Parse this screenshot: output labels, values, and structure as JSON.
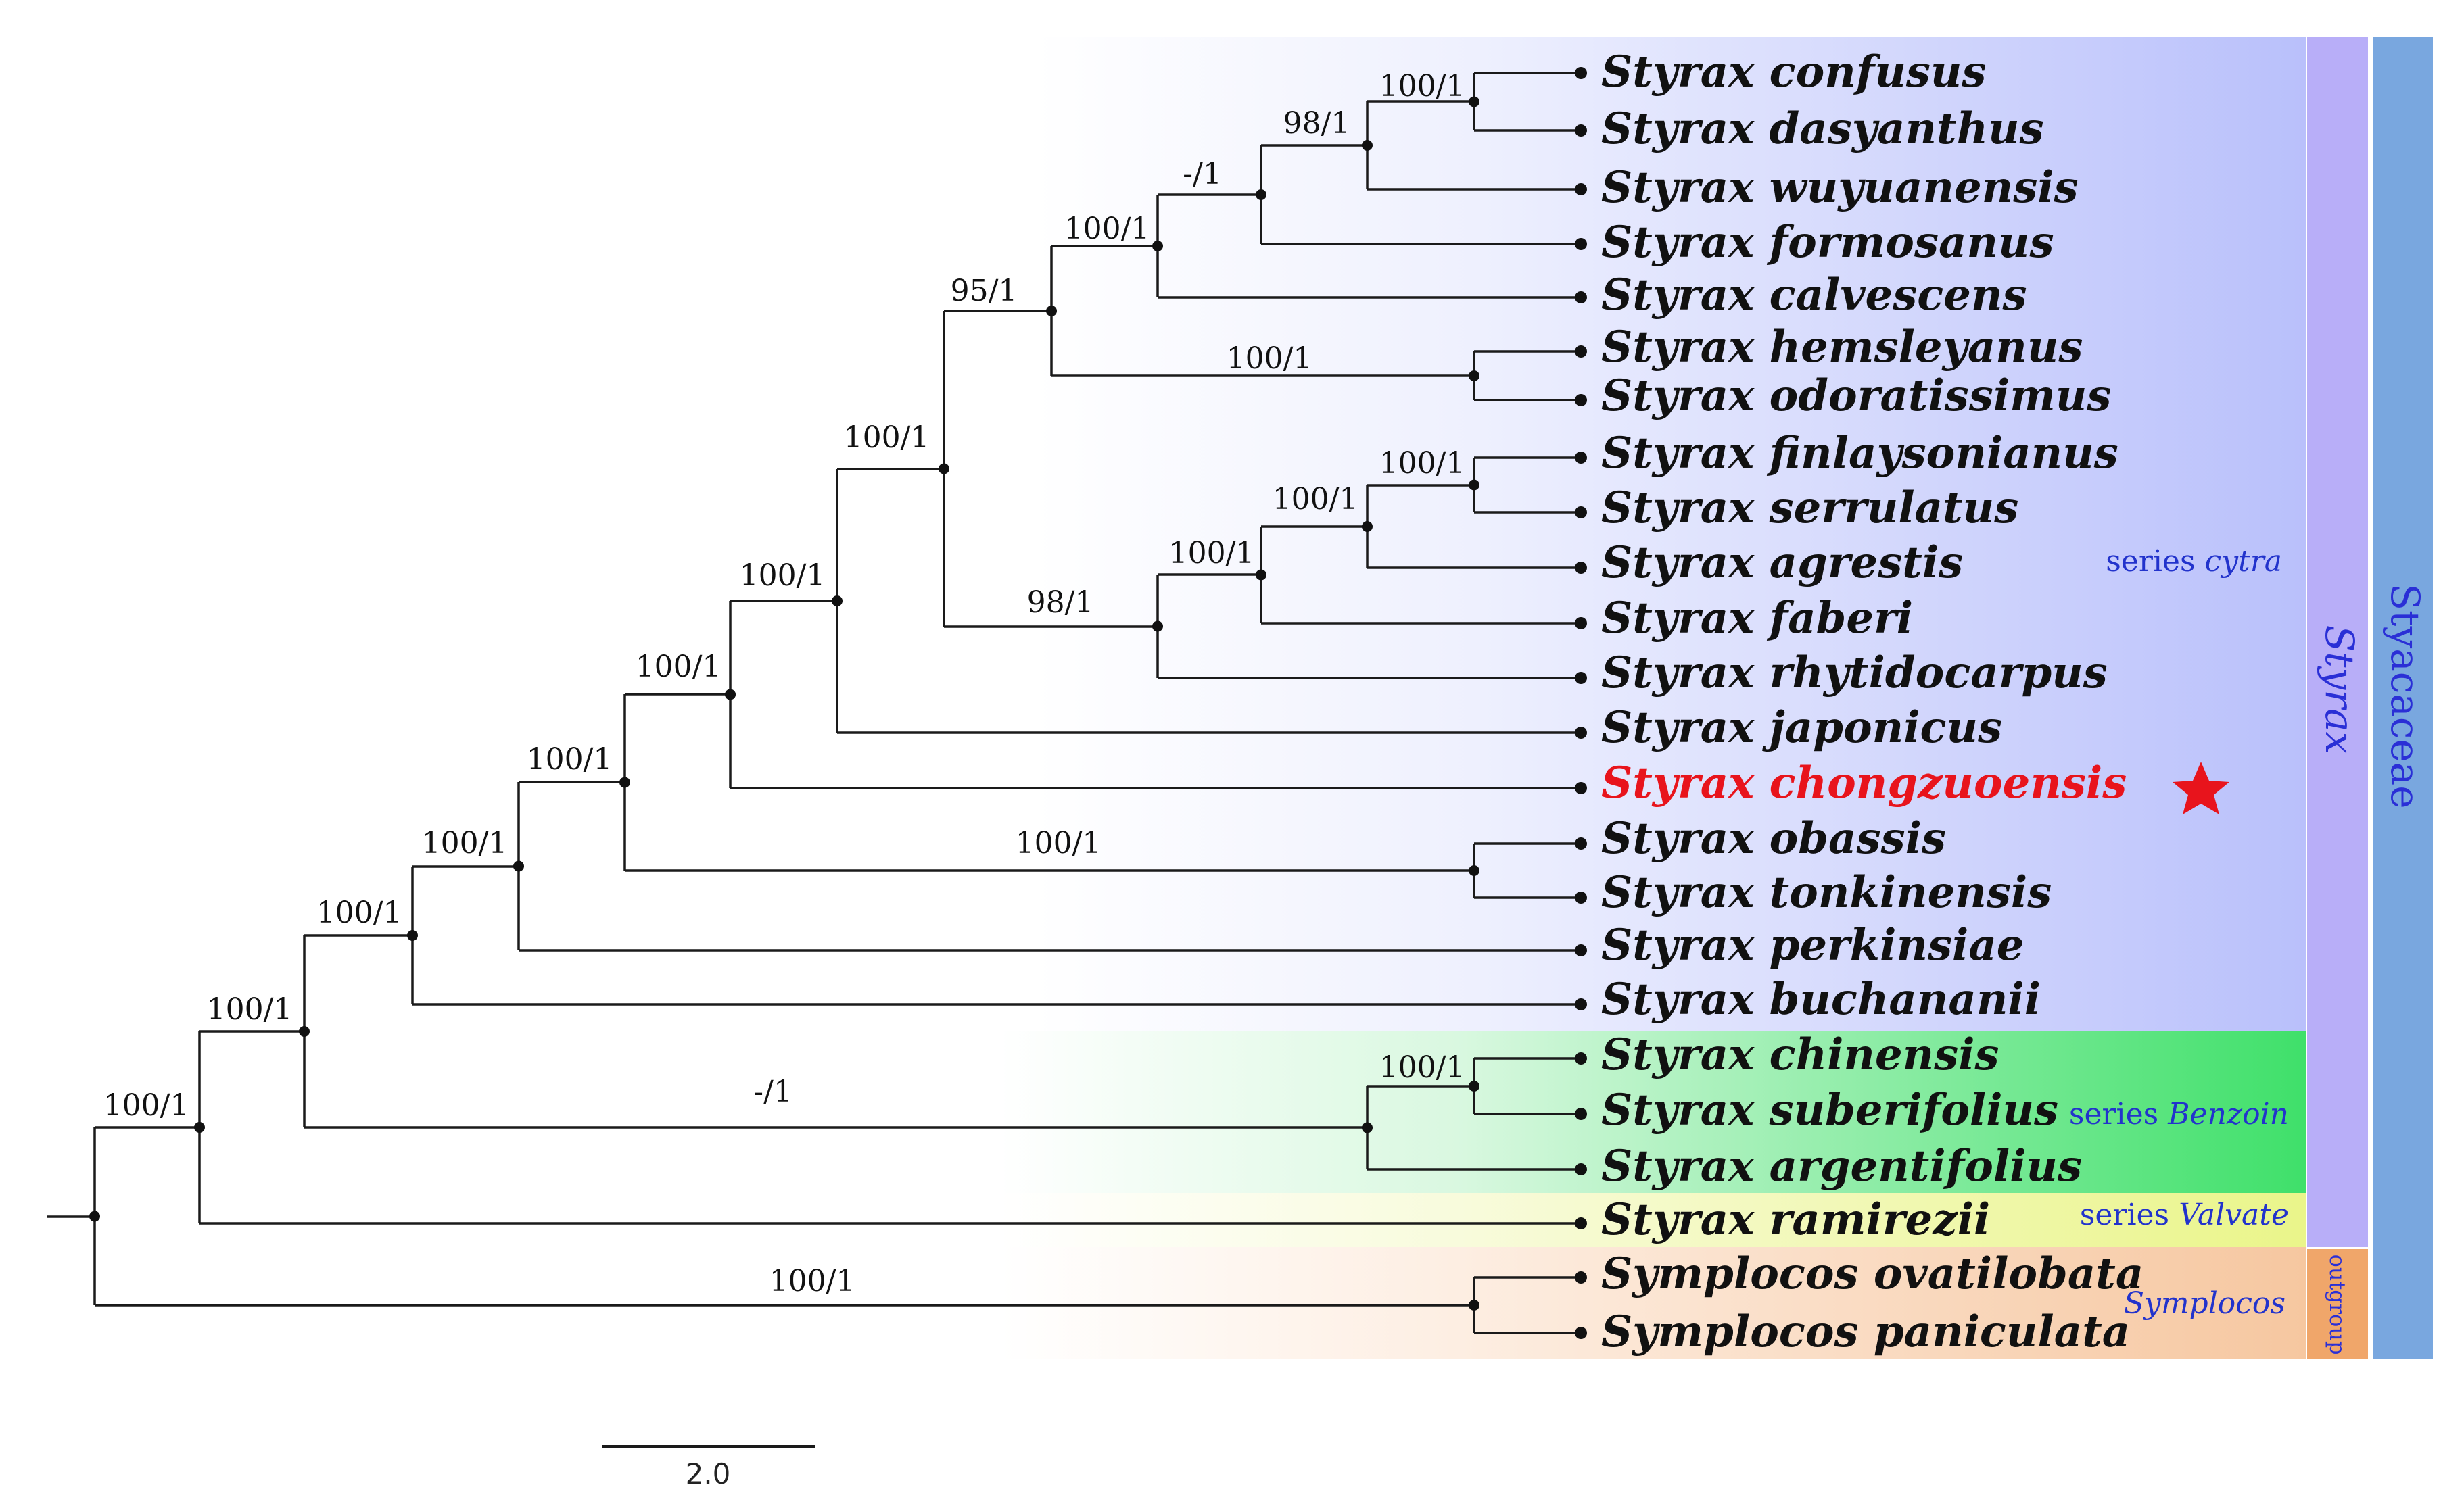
{
  "taxa": [
    {
      "name": "Styrax confusus"
    },
    {
      "name": "Styrax dasyanthus"
    },
    {
      "name": "Styrax wuyuanensis"
    },
    {
      "name": "Styrax formosanus"
    },
    {
      "name": "Styrax calvescens"
    },
    {
      "name": "Styrax hemsleyanus"
    },
    {
      "name": "Styrax odoratissimus"
    },
    {
      "name": "Styrax finlaysonianus"
    },
    {
      "name": "Styrax serrulatus"
    },
    {
      "name": "Styrax agrestis"
    },
    {
      "name": "Styrax faberi"
    },
    {
      "name": "Styrax rhytidocarpus"
    },
    {
      "name": "Styrax japonicus"
    },
    {
      "name": "Styrax chongzuoensis",
      "highlight": true
    },
    {
      "name": "Styrax obassis"
    },
    {
      "name": "Styrax tonkinensis"
    },
    {
      "name": "Styrax perkinsiae"
    },
    {
      "name": "Styrax buchananii"
    },
    {
      "name": "Styrax chinensis"
    },
    {
      "name": "Styrax suberifolius"
    },
    {
      "name": "Styrax argentifolius"
    },
    {
      "name": "Styrax ramirezii"
    },
    {
      "name": "Symplocos ovatilobata"
    },
    {
      "name": "Symplocos paniculata"
    }
  ],
  "support": {
    "n1": "100/1",
    "n2": "98/1",
    "n3": "-/1",
    "n4": "100/1",
    "n5": "95/1",
    "n6": "100/1",
    "n7": "100/1",
    "n8": "100/1",
    "n9": "100/1",
    "n10": "98/1",
    "n11": "100/1",
    "n12": "100/1",
    "n13": "100/1",
    "n14": "100/1",
    "n15": "100/1",
    "n16": "100/1",
    "n17": "100/1",
    "n18": "100/1",
    "n19": "100/1",
    "n20": "-/1",
    "n21": "100/1",
    "n22": "100/1",
    "n23": "100/1"
  },
  "clades": {
    "cytra": {
      "prefix": "series ",
      "name": "cytra"
    },
    "benzoin": {
      "prefix": "series ",
      "name": "Benzoin"
    },
    "valvate": {
      "prefix": "series ",
      "name": "Valvate"
    },
    "symplocos": {
      "name": "Symplocos"
    }
  },
  "bands": {
    "genus": "Styrax",
    "family": "Styacaceae",
    "outgroup": "outgroup"
  },
  "scale": {
    "value": "2.0"
  },
  "colors": {
    "cytra": "#b9c0fb",
    "benzoin": "#3fe06a",
    "valvate": "#eaf58a",
    "symplocos": "#f6c7a0",
    "genus_band": "#b8aef8",
    "family_band": "#79a7df",
    "outgroup_band": "#f0a66a",
    "highlight": "#e8141c"
  },
  "marker": {
    "icon": "star-icon"
  }
}
